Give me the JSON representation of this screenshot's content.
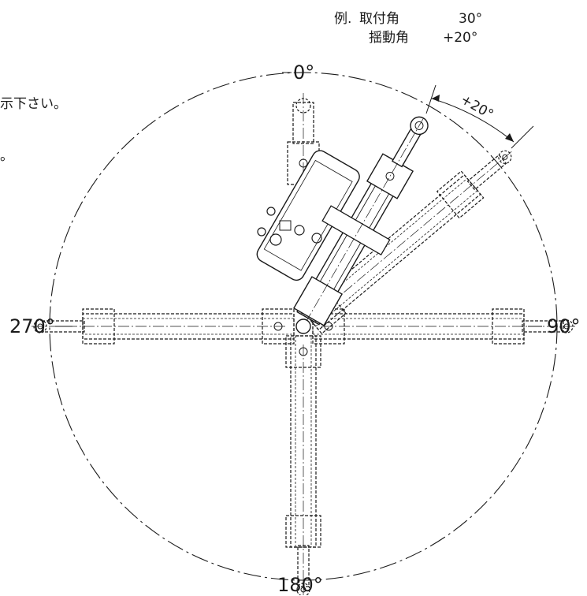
{
  "example": {
    "prefix": "例.",
    "mount_label": "取付角",
    "mount_value": "30°",
    "swing_label": "揺動角",
    "swing_value": "+20°"
  },
  "notes": {
    "line1": "示下さい。",
    "line2": "。"
  },
  "angles": {
    "top": "0°",
    "right": "90°",
    "bottom": "180°",
    "left": "270°",
    "swing": "+20°"
  },
  "colors": {
    "line": "#1a1a1a",
    "background": "#ffffff"
  }
}
